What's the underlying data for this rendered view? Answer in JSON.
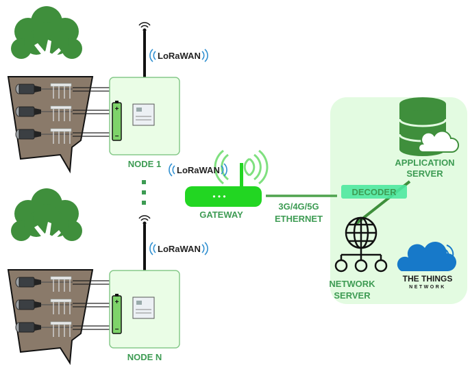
{
  "nodes": [
    {
      "label": "NODE 1",
      "lorawan": "LoRaWAN"
    },
    {
      "label": "NODE N",
      "lorawan": "LoRaWAN"
    }
  ],
  "gateway": {
    "label": "GATEWAY",
    "lorawan": "LoRaWAN",
    "led_dots": "• • •"
  },
  "link": {
    "line1": "3G/4G/5G",
    "line2": "ETHERNET"
  },
  "cloud": {
    "application_server": [
      "APPLICATION",
      "SERVER"
    ],
    "decoder": "DECODER",
    "network_server": [
      "NETWORK",
      "SERVER"
    ],
    "ttn": {
      "line1": "THE THINGS",
      "line2": "NETWORK"
    }
  },
  "colors": {
    "label_green": "#3d9b53",
    "node_fill": "#eafde6",
    "node_stroke": "#86c98a",
    "gateway_green": "#22d622",
    "cloud_panel": "#e3fbe1",
    "decoder_fill": "#4ee8a0",
    "link_line": "#4fa34e",
    "tree_green": "#3f8f3c",
    "soil": "#8a7a6a",
    "ttn_blue": "#1779c9"
  },
  "icons": [
    "tree-icon",
    "soil-sensor-icon",
    "battery-icon",
    "antenna-icon",
    "lorawan-logo",
    "router-icon",
    "database-icon",
    "cloud-icon",
    "globe-network-icon",
    "ttn-cloud-icon"
  ]
}
